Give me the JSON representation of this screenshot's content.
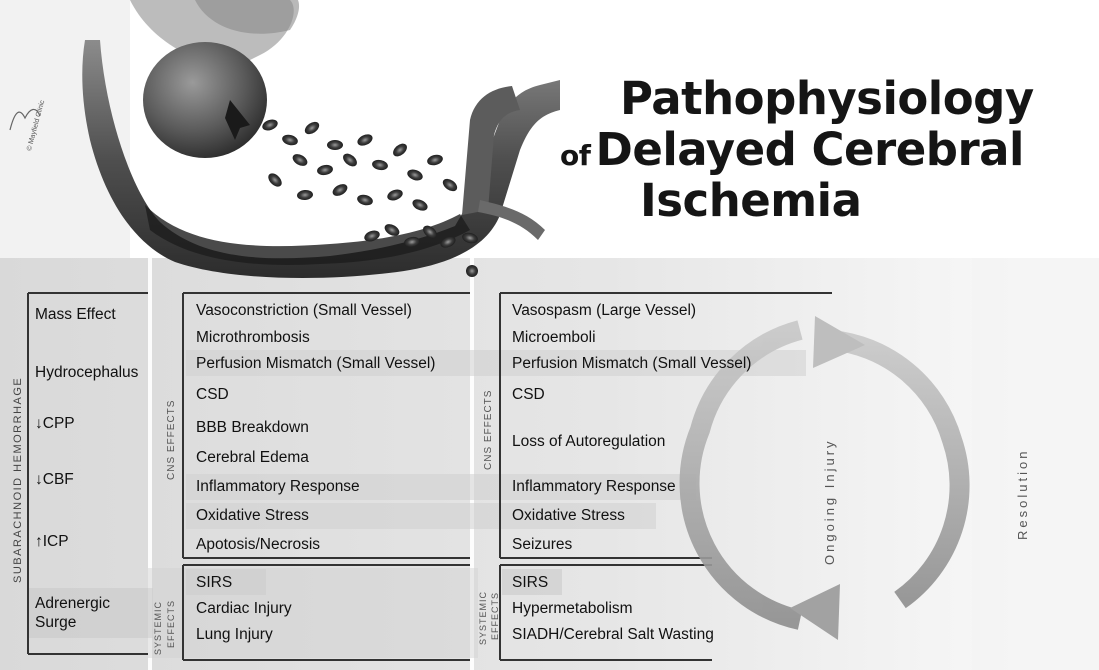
{
  "title": {
    "line1": "Pathophysiology",
    "line2_prefix": "of",
    "line2": "Delayed Cerebral",
    "line3": "Ischemia"
  },
  "signature": "© Mayfield Clinic",
  "left_column": {
    "vertical_label": "SUBARACHNOID HEMORRHAGE",
    "items": [
      "Mass Effect",
      "Hydrocephalus",
      "↓CPP",
      "↓CBF",
      "↑ICP"
    ],
    "surge": [
      "Adrenergic",
      "Surge"
    ]
  },
  "middle_column": {
    "cns_label": "CNS EFFECTS",
    "systemic_label_1": "SYSTEMIC",
    "systemic_label_2": "EFFECTS",
    "cns_items": [
      "Vasoconstriction (Small Vessel)",
      "Microthrombosis",
      "Perfusion Mismatch (Small Vessel)",
      "CSD",
      "BBB Breakdown",
      "Cerebral Edema",
      "Inflammatory Response",
      "Oxidative Stress",
      "Apotosis/Necrosis"
    ],
    "systemic_items": [
      "SIRS",
      "Cardiac Injury",
      "Lung Injury"
    ]
  },
  "right_column": {
    "cns_label": "CNS EFFECTS",
    "systemic_label_1": "SYSTEMIC",
    "systemic_label_2": "EFFECTS",
    "cns_items": [
      "Vasospasm (Large Vessel)",
      "Microemboli",
      "Perfusion Mismatch (Small Vessel)",
      "CSD",
      "Loss of Autoregulation",
      "Inflammatory Response",
      "Oxidative Stress",
      "Seizures"
    ],
    "systemic_items": [
      "SIRS",
      "Hypermetabolism",
      "SIADH/Cerebral Salt Wasting"
    ]
  },
  "cycle_label": "Ongoing Injury",
  "resolution_label": "Resolution"
}
